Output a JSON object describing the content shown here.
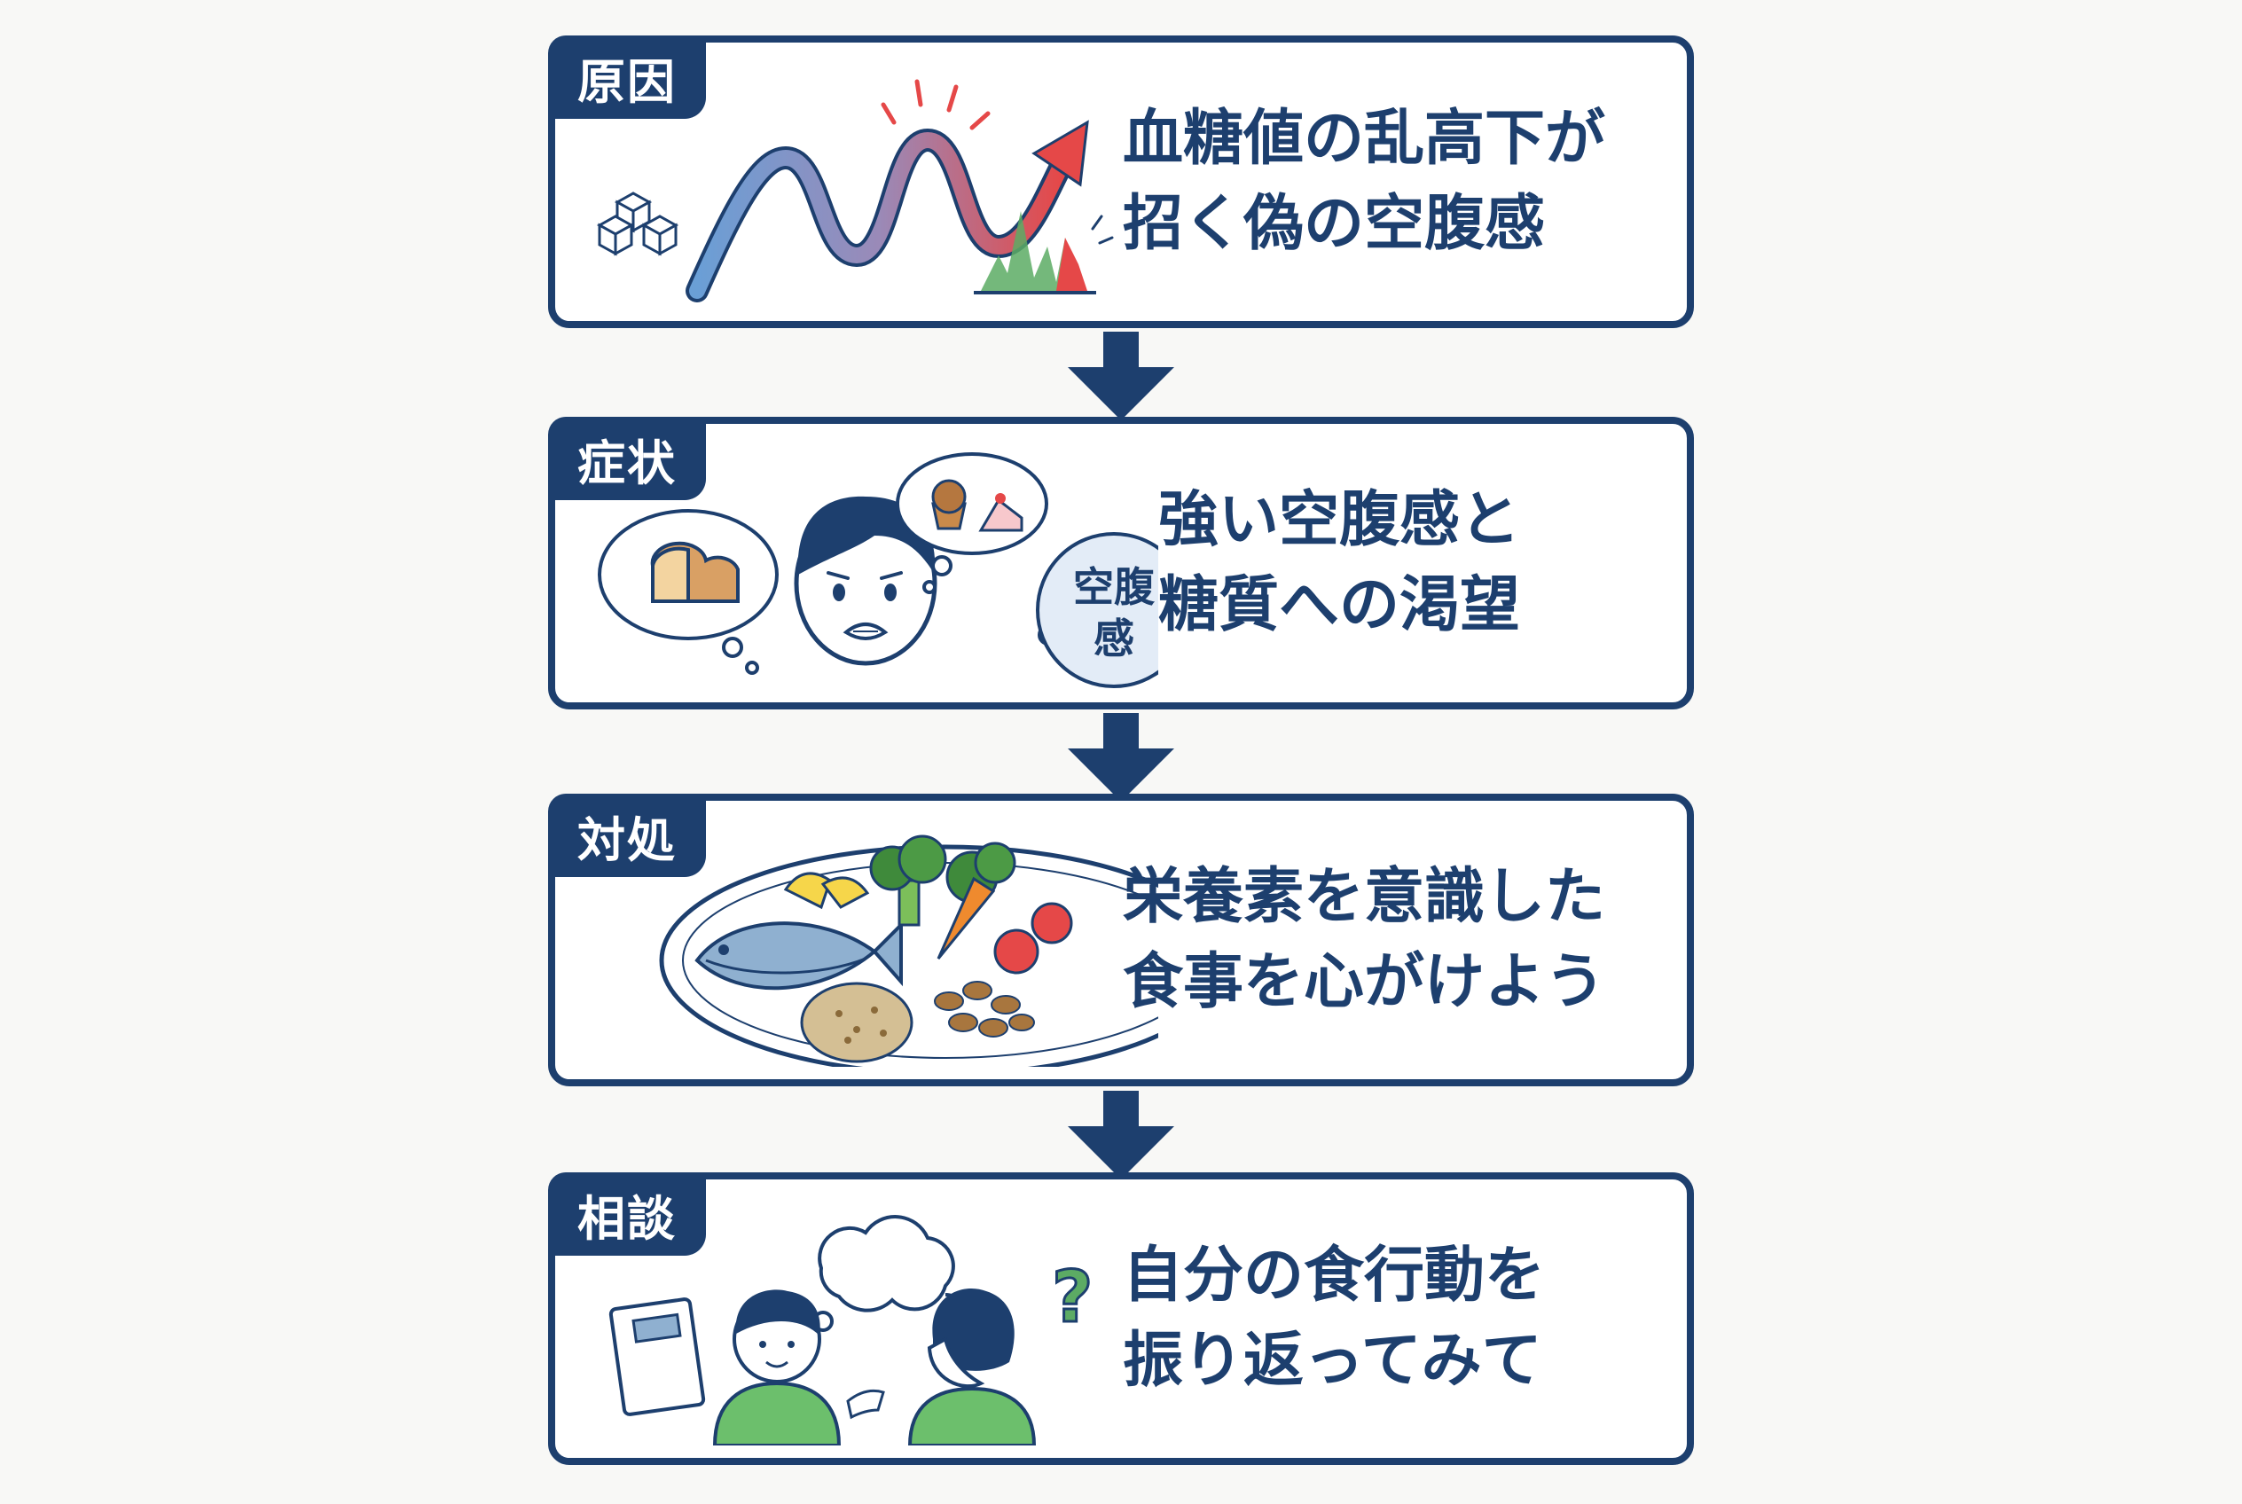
{
  "steps": [
    {
      "tag": "原因",
      "line1": "血糖値の乱高下が",
      "line2": "招く偽の空腹感"
    },
    {
      "tag": "症状",
      "line1": "強い空腹感と",
      "line2": "糖質への渇望",
      "bubble1": "空腹",
      "bubble2": "感"
    },
    {
      "tag": "対処",
      "line1": "栄養素を意識した",
      "line2": "食事を心がけよう"
    },
    {
      "tag": "相談",
      "line1": "自分の食行動を",
      "line2": "振り返ってみて",
      "question_mark": "?"
    }
  ],
  "colors": {
    "navy": "#1d3f6e",
    "accent_red": "#e54848",
    "accent_blue": "#6a9fd6",
    "accent_green": "#5cab64",
    "background": "#f8f8f6"
  }
}
